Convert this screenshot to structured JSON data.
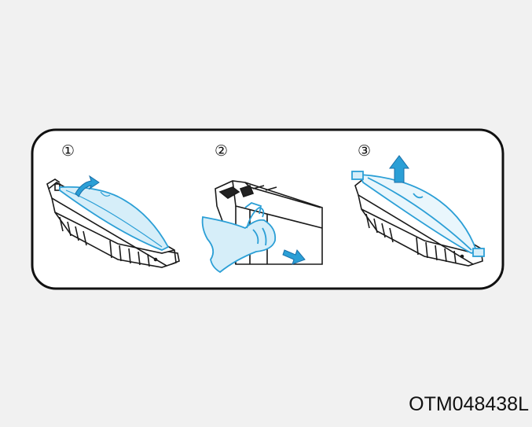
{
  "steps": [
    {
      "number": "①"
    },
    {
      "number": "②"
    },
    {
      "number": "③"
    }
  ],
  "figure_code": "OTM048438L",
  "colors": {
    "background": "#f1f1f1",
    "frame": "#111111",
    "accent": "#2b9fd6",
    "accent_dark": "#1a6fa8",
    "line": "#1a1a1a"
  }
}
